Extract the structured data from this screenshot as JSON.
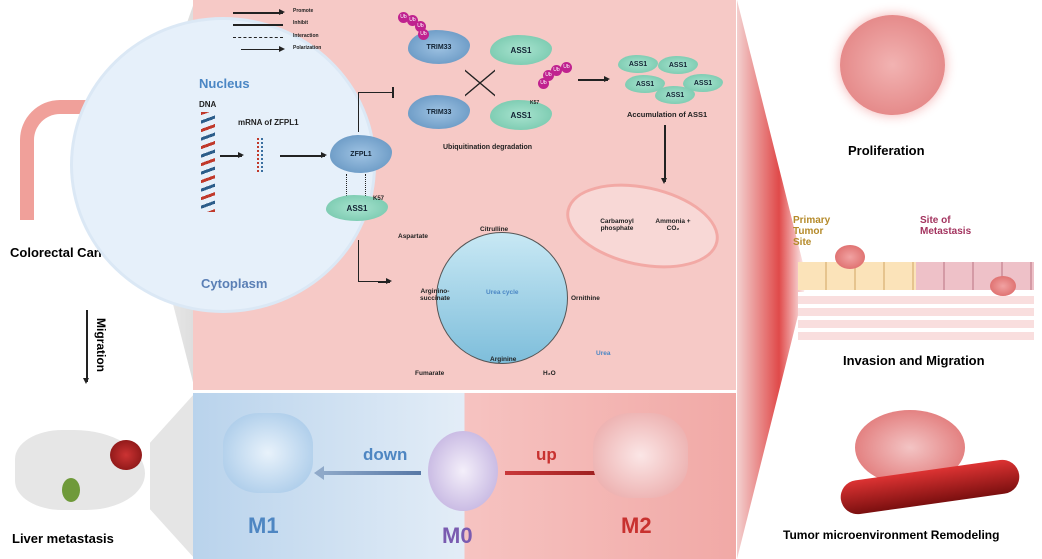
{
  "left": {
    "colorectal": "Colorectal Cancer",
    "migration": "Migration",
    "liver": "Liver metastasis"
  },
  "legend": {
    "promote": "Promote",
    "inhibit": "Inhibit",
    "interaction": "Interaction",
    "polarization": "Polarization"
  },
  "center": {
    "nucleus": "Nucleus",
    "dna": "DNA",
    "mrna": "mRNA of ZFPL1",
    "cytoplasm": "Cytoplasm",
    "zfpl1": "ZFPL1",
    "ass1": "ASS1",
    "k57": "K57",
    "trim33": "TRIM33",
    "ub": "Ub",
    "ubiq": "Ubiquitination degradation",
    "accum": "Accumulation of ASS1",
    "carbamoyl": "Carbamoyl phosphate",
    "ammonia": "Ammonia + CO₂",
    "urea_cycle": "Urea cycle",
    "citrulline": "Citrulline",
    "aspartate": "Aspartate",
    "argsucc": "Arginino- succinate",
    "ornithine": "Ornithine",
    "arginine": "Arginine",
    "fumarate": "Fumarate",
    "h2o": "H₂O",
    "urea": "Urea"
  },
  "macro": {
    "m1": "M1",
    "m0": "M0",
    "m2": "M2",
    "down": "down",
    "up": "up"
  },
  "right": {
    "proliferation": "Proliferation",
    "primary": "Primary Tumor Site",
    "metastasis": "Site of Metastasis",
    "invasion": "Invasion and Migration",
    "tme": "Tumor microenvironment Remodeling"
  },
  "colors": {
    "pink": "#f6c9c6",
    "blue": "#cfe0f0",
    "m1": "#4e86c2",
    "m0": "#7a5bb0",
    "m2": "#c8312f"
  }
}
